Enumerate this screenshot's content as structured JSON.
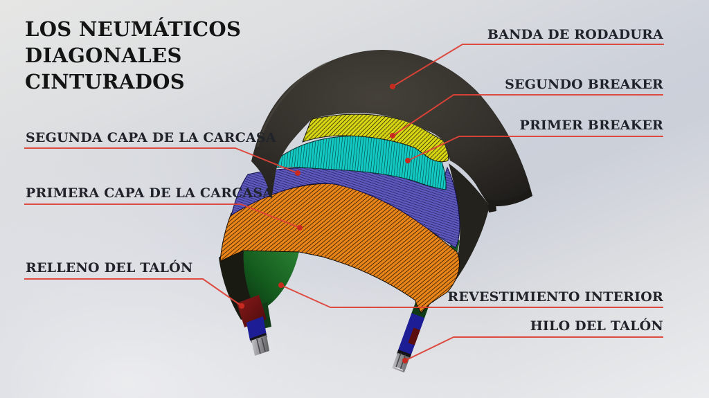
{
  "title": {
    "lines": [
      "LOS NEUMÁTICOS",
      "DIAGONALES",
      "CINTURADOS"
    ]
  },
  "labels": [
    {
      "id": "banda-de-rodadura",
      "text": "BANDA DE RODADURA",
      "side": "right",
      "points_to": "tread"
    },
    {
      "id": "segundo-breaker",
      "text": "SEGUNDO BREAKER",
      "side": "right",
      "points_to": "second-breaker-yellow-ply"
    },
    {
      "id": "primer-breaker",
      "text": "PRIMER BREAKER",
      "side": "right",
      "points_to": "first-breaker-cyan-ply"
    },
    {
      "id": "segunda-capa-de-la-carcasa",
      "text": "SEGUNDA CAPA DE LA CARCASA",
      "side": "left",
      "points_to": "second-carcass-ply-blue"
    },
    {
      "id": "primera-capa-de-la-carcasa",
      "text": "PRIMERA CAPA DE LA CARCASA",
      "side": "left",
      "points_to": "first-carcass-ply-orange"
    },
    {
      "id": "relleno-del-talon",
      "text": "RELLENO DEL TALÓN",
      "side": "left",
      "points_to": "bead-filler"
    },
    {
      "id": "revestimiento-interior",
      "text": "REVESTIMIENTO INTERIOR",
      "side": "right",
      "points_to": "inner-liner-green"
    },
    {
      "id": "hilo-del-talon",
      "text": "HILO DEL TALÓN",
      "side": "right",
      "points_to": "bead-wire"
    }
  ],
  "colors": {
    "annotation_red_line": "#dd4237",
    "annotation_red_dot": "#c92a20",
    "tread_dark": "#37342e",
    "second_breaker_yellow": "#d8d513",
    "first_breaker_cyan": "#12cac3",
    "second_carcass_blue": "#5d58bb",
    "first_carcass_orange": "#e98418",
    "inner_liner_green": "#1e6b26",
    "bead_filler_dark_red": "#6e1212",
    "bead_strip_blue": "#1d1d96",
    "bead_wire_silver": "#a6a6a6",
    "background_gray": "#cdd1da",
    "text_color": "#20242a"
  }
}
